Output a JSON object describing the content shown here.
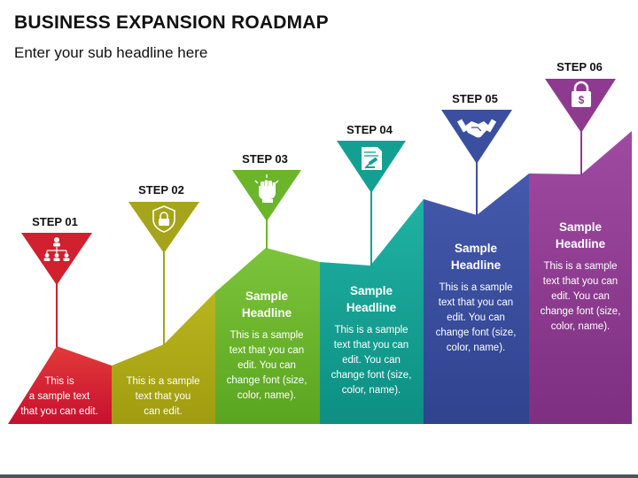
{
  "header": {
    "title": "BUSINESS EXPANSION ROADMAP",
    "subtitle": "Enter your sub headline here"
  },
  "steps": [
    {
      "label": "STEP 01",
      "icon": "org-chart-icon",
      "color": "#d1202e",
      "headline": "",
      "body": "This is\na sample text\nthat you can edit."
    },
    {
      "label": "STEP 02",
      "icon": "shield-lock-icon",
      "color": "#a5a41b",
      "headline": "",
      "body": "This is a sample\ntext that you\ncan edit."
    },
    {
      "label": "STEP 03",
      "icon": "raised-fist-icon",
      "color": "#6bb52b",
      "headline": "Sample\nHeadline",
      "body": "This is a sample\ntext that you can\nedit. You can\nchange font (size,\ncolor, name)."
    },
    {
      "label": "STEP 04",
      "icon": "document-gavel-icon",
      "color": "#13a092",
      "headline": "Sample\nHeadline",
      "body": "This is a sample\ntext that you can\nedit. You can\nchange font (size,\ncolor, name)."
    },
    {
      "label": "STEP 05",
      "icon": "handshake-icon",
      "color": "#3a4fa0",
      "headline": "Sample\nHeadline",
      "body": "This is a sample\ntext that you can\nedit. You can\nchange font (size,\ncolor, name)."
    },
    {
      "label": "STEP 06",
      "icon": "padlock-dollar-icon",
      "color": "#8e3b8f",
      "headline": "Sample\nHeadline",
      "body": "This is a sample\ntext that you can\nedit. You can\nchange font (size,\ncolor, name)."
    }
  ]
}
